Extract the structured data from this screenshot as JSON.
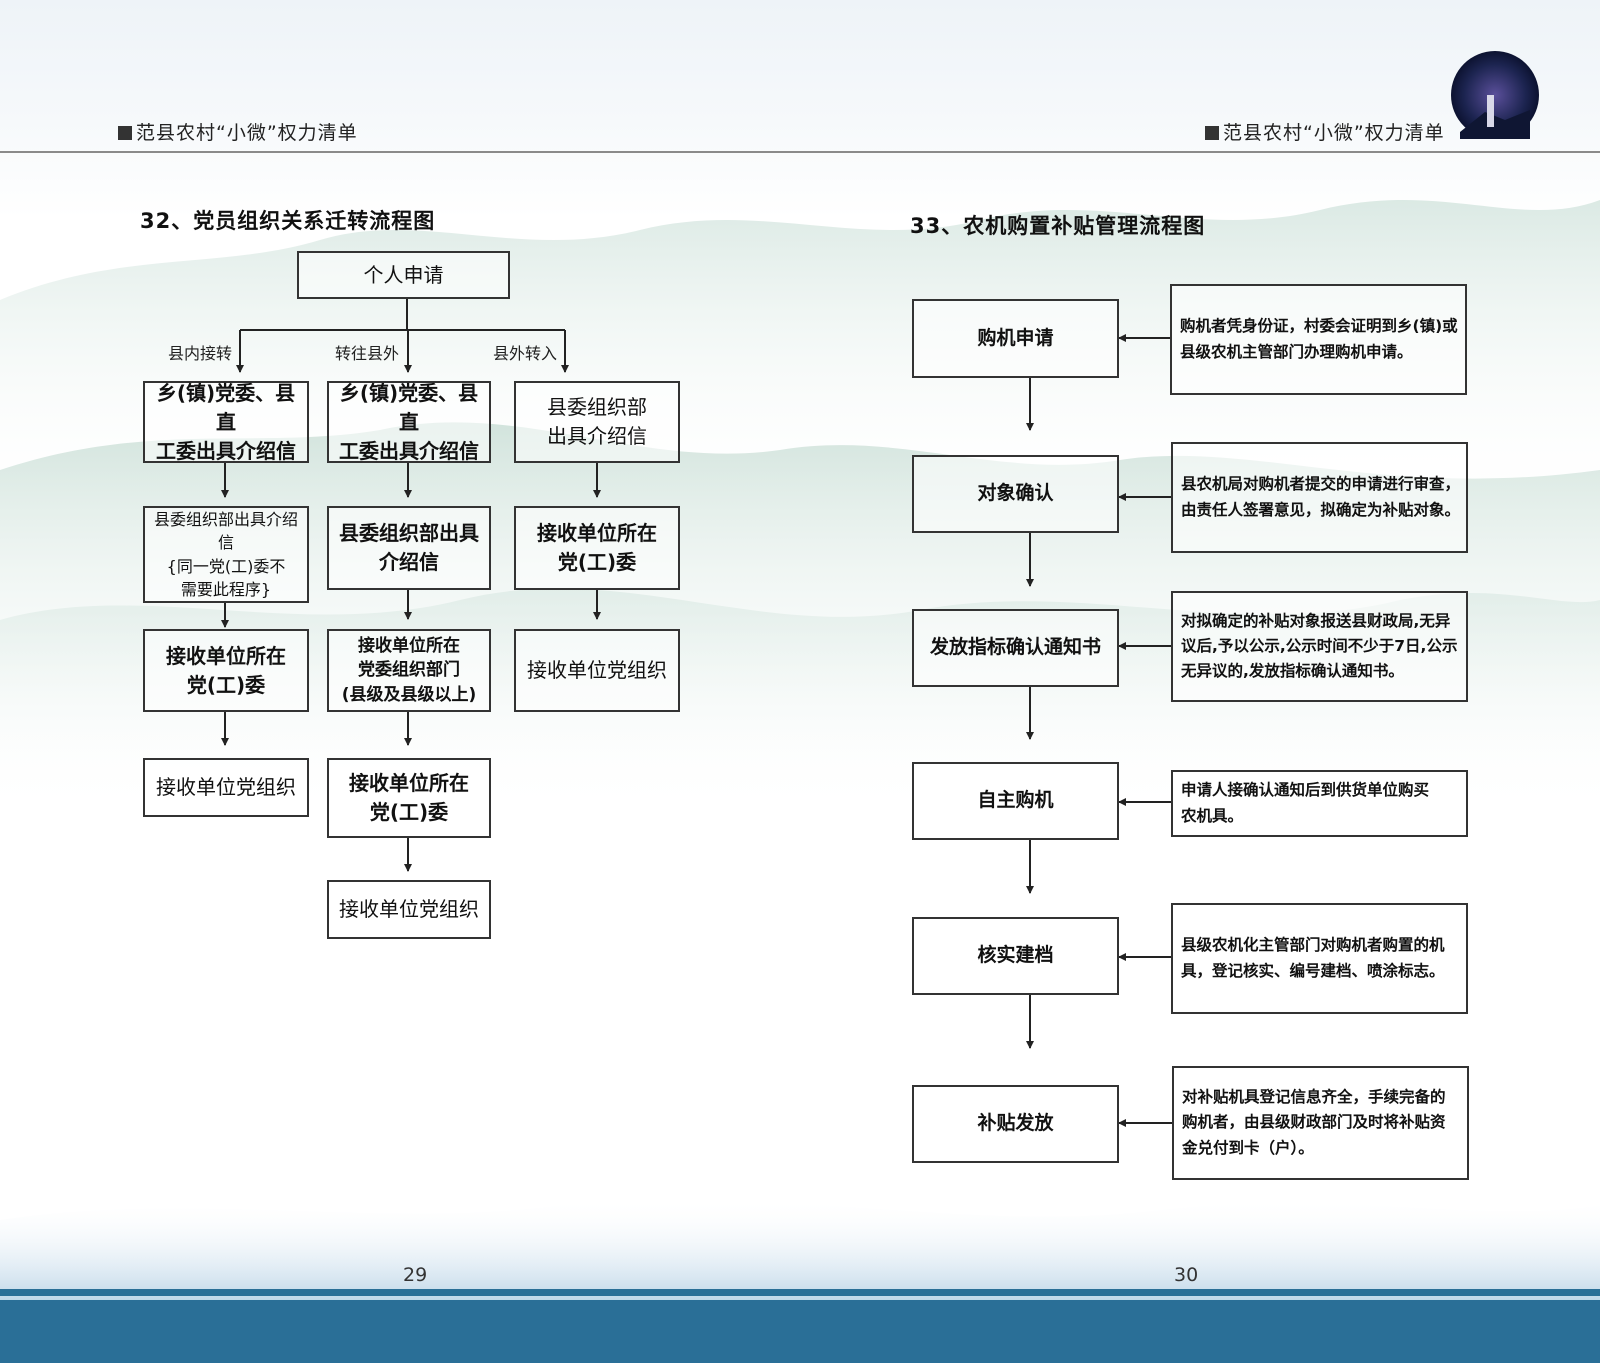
{
  "header": {
    "left_title": "范县农村“小微”权力清单",
    "right_title": "范县农村“小微”权力清单"
  },
  "left": {
    "title": "32、党员组织关系迁转流程图",
    "start": "个人申请",
    "branch_labels": [
      "县内接转",
      "转往县外",
      "县外转入"
    ],
    "col1": [
      "乡(镇)党委、县直\n工委出具介绍信",
      "县委组织部出具介绍信\n{同一党(工)委不\n需要此程序}",
      "接收单位所在\n党(工)委",
      "接收单位党组织"
    ],
    "col2": [
      "乡(镇)党委、县直\n工委出具介绍信",
      "县委组织部出具\n介绍信",
      "接收单位所在\n党委组织部门\n(县级及县级以上)",
      "接收单位所在\n党(工)委",
      "接收单位党组织"
    ],
    "col3": [
      "县委组织部\n出具介绍信",
      "接收单位所在\n党(工)委",
      "接收单位党组织"
    ]
  },
  "right": {
    "title": "33、农机购置补贴管理流程图",
    "steps": [
      "购机申请",
      "对象确认",
      "发放指标确认通知书",
      "自主购机",
      "核实建档",
      "补贴发放"
    ],
    "notes": [
      "购机者凭身份证，村委会证明到乡(镇)或\n县级农机主管部门办理购机申请。",
      "县农机局对购机者提交的申请进行审查，\n由责任人签署意见，拟确定为补贴对象。",
      "对拟确定的补贴对象报送县财政局,无异\n议后,予以公示,公示时间不少于7日,公示\n无异议的,发放指标确认通知书。",
      "申请人接确认通知后到供货单位购买\n农机具。",
      "县级农机化主管部门对购机者购置的机\n具，登记核实、编号建档、喷涂标志。",
      "对补贴机具登记信息齐全，手续完备的\n购机者，由县级财政部门及时将补贴资\n金兑付到卡（户）。"
    ]
  },
  "page_numbers": {
    "left": "29",
    "right": "30"
  },
  "colors": {
    "footer_band": "#2a6f97",
    "line": "#222222",
    "mountain": "#cfe3da"
  }
}
